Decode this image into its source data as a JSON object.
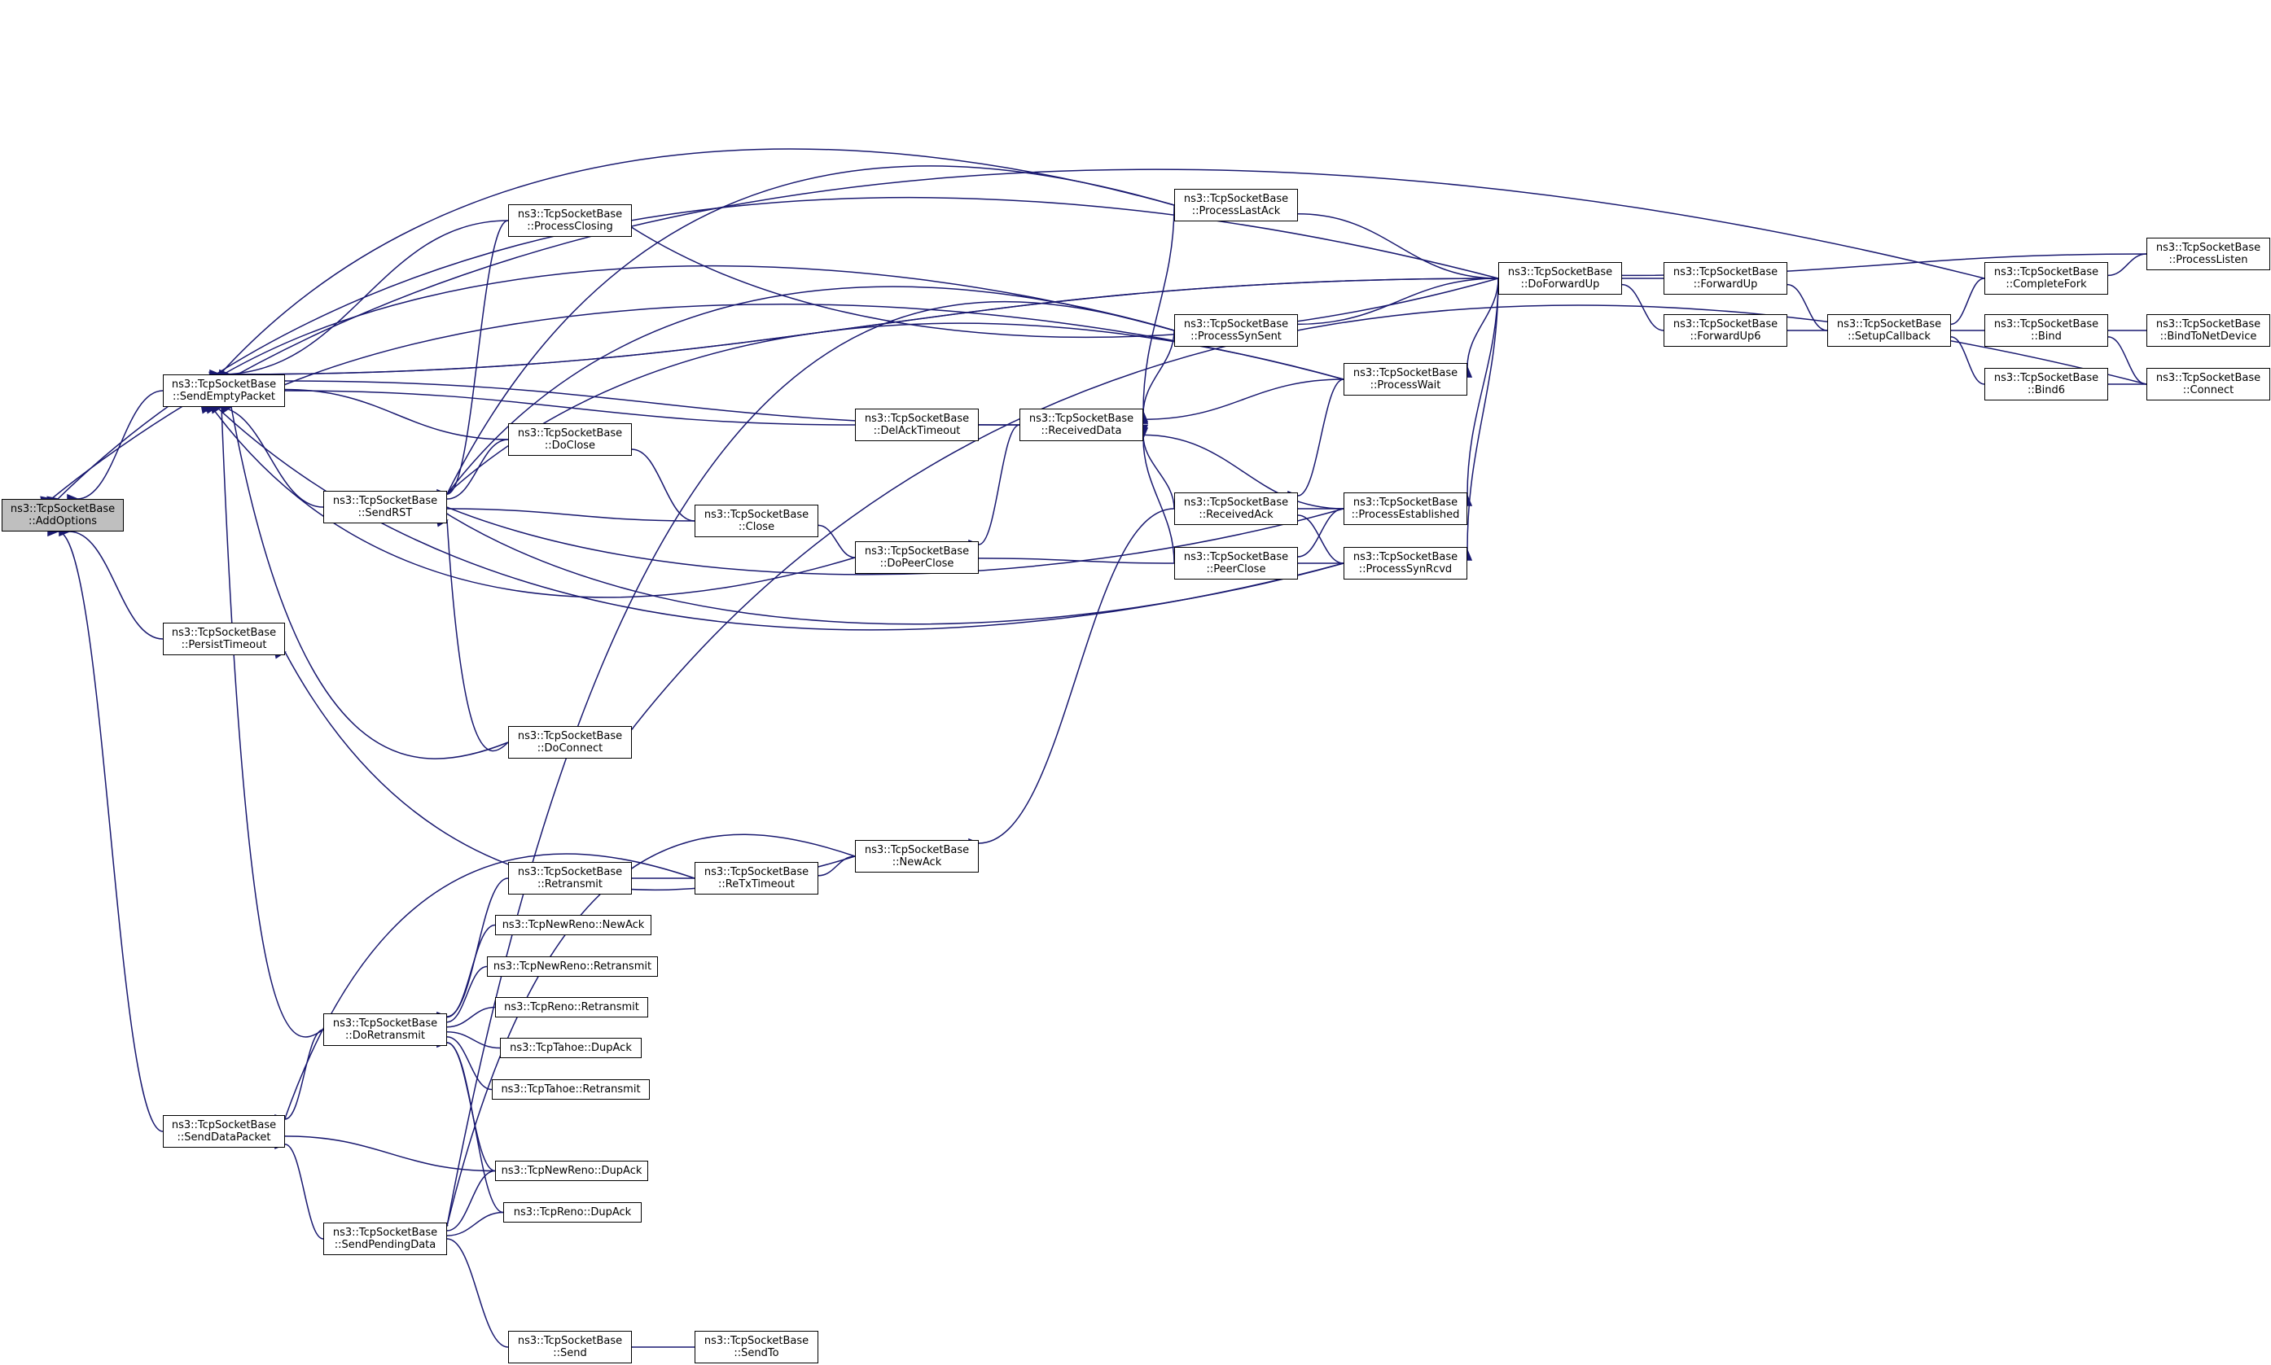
{
  "colors": {
    "edge": "#191970",
    "node_border": "#000000",
    "node_fill": "#ffffff",
    "root_fill": "#bfbfbf",
    "text": "#000000"
  },
  "nodes": {
    "addoptions": [
      "ns3::TcpSocketBase",
      "::AddOptions"
    ],
    "sendemptypacket": [
      "ns3::TcpSocketBase",
      "::SendEmptyPacket"
    ],
    "persisttimeout": [
      "ns3::TcpSocketBase",
      "::PersistTimeout"
    ],
    "senddatapacket": [
      "ns3::TcpSocketBase",
      "::SendDataPacket"
    ],
    "processclosing": [
      "ns3::TcpSocketBase",
      "::ProcessClosing"
    ],
    "sendrst": [
      "ns3::TcpSocketBase",
      "::SendRST"
    ],
    "doclose": [
      "ns3::TcpSocketBase",
      "::DoClose"
    ],
    "close": [
      "ns3::TcpSocketBase",
      "::Close"
    ],
    "doconnect": [
      "ns3::TcpSocketBase",
      "::DoConnect"
    ],
    "retransmit": [
      "ns3::TcpSocketBase",
      "::Retransmit"
    ],
    "newreno_newack": [
      "ns3::TcpNewReno::NewAck"
    ],
    "newreno_retransmit": [
      "ns3::TcpNewReno::Retransmit"
    ],
    "reno_retransmit": [
      "ns3::TcpReno::Retransmit"
    ],
    "tahoe_dupack": [
      "ns3::TcpTahoe::DupAck"
    ],
    "tahoe_retransmit": [
      "ns3::TcpTahoe::Retransmit"
    ],
    "newreno_dupack": [
      "ns3::TcpNewReno::DupAck"
    ],
    "reno_dupack": [
      "ns3::TcpReno::DupAck"
    ],
    "doretransmit": [
      "ns3::TcpSocketBase",
      "::DoRetransmit"
    ],
    "sendpendingdata": [
      "ns3::TcpSocketBase",
      "::SendPendingData"
    ],
    "send": [
      "ns3::TcpSocketBase",
      "::Send"
    ],
    "sendto": [
      "ns3::TcpSocketBase",
      "::SendTo"
    ],
    "delacktimeout": [
      "ns3::TcpSocketBase",
      "::DelAckTimeout"
    ],
    "dopeerclose": [
      "ns3::TcpSocketBase",
      "::DoPeerClose"
    ],
    "rextimeout": [
      "ns3::TcpSocketBase",
      "::ReTxTimeout"
    ],
    "newack": [
      "ns3::TcpSocketBase",
      "::NewAck"
    ],
    "receiveddata": [
      "ns3::TcpSocketBase",
      "::ReceivedData"
    ],
    "processlastack": [
      "ns3::TcpSocketBase",
      "::ProcessLastAck"
    ],
    "processsynsent": [
      "ns3::TcpSocketBase",
      "::ProcessSynSent"
    ],
    "receivedack": [
      "ns3::TcpSocketBase",
      "::ReceivedAck"
    ],
    "peerclose": [
      "ns3::TcpSocketBase",
      "::PeerClose"
    ],
    "processwait": [
      "ns3::TcpSocketBase",
      "::ProcessWait"
    ],
    "processestablished": [
      "ns3::TcpSocketBase",
      "::ProcessEstablished"
    ],
    "processsynrcvd": [
      "ns3::TcpSocketBase",
      "::ProcessSynRcvd"
    ],
    "doforwardup": [
      "ns3::TcpSocketBase",
      "::DoForwardUp"
    ],
    "forwardup": [
      "ns3::TcpSocketBase",
      "::ForwardUp"
    ],
    "forwardup6": [
      "ns3::TcpSocketBase",
      "::ForwardUp6"
    ],
    "setupcallback": [
      "ns3::TcpSocketBase",
      "::SetupCallback"
    ],
    "completefork": [
      "ns3::TcpSocketBase",
      "::CompleteFork"
    ],
    "bind": [
      "ns3::TcpSocketBase",
      "::Bind"
    ],
    "bind6": [
      "ns3::TcpSocketBase",
      "::Bind6"
    ],
    "processlisten": [
      "ns3::TcpSocketBase",
      "::ProcessListen"
    ],
    "bindtonetdevice": [
      "ns3::TcpSocketBase",
      "::BindToNetDevice"
    ],
    "connect": [
      "ns3::TcpSocketBase",
      "::Connect"
    ]
  },
  "edges": [
    [
      "addoptions",
      "sendemptypacket"
    ],
    [
      "addoptions",
      "persisttimeout"
    ],
    [
      "addoptions",
      "senddatapacket"
    ],
    [
      "addoptions",
      "completefork"
    ],
    [
      "addoptions",
      "doforwardup"
    ],
    [
      "sendemptypacket",
      "processclosing"
    ],
    [
      "sendemptypacket",
      "sendrst"
    ],
    [
      "sendemptypacket",
      "doclose"
    ],
    [
      "sendemptypacket",
      "delacktimeout"
    ],
    [
      "sendemptypacket",
      "receiveddata"
    ],
    [
      "sendemptypacket",
      "processlastack"
    ],
    [
      "sendemptypacket",
      "processsynsent"
    ],
    [
      "sendemptypacket",
      "processwait"
    ],
    [
      "sendemptypacket",
      "doforwardup"
    ],
    [
      "sendemptypacket",
      "doconnect"
    ],
    [
      "sendemptypacket",
      "dopeerclose"
    ],
    [
      "sendemptypacket",
      "processsynrcvd"
    ],
    [
      "sendemptypacket",
      "doretransmit"
    ],
    [
      "sendemptypacket",
      "doforwardup"
    ],
    [
      "persisttimeout",
      "newack"
    ],
    [
      "senddatapacket",
      "doretransmit"
    ],
    [
      "senddatapacket",
      "sendpendingdata"
    ],
    [
      "senddatapacket",
      "rextimeout"
    ],
    [
      "senddatapacket",
      "newreno_dupack"
    ],
    [
      "processclosing",
      "doforwardup"
    ],
    [
      "sendrst",
      "processclosing"
    ],
    [
      "sendrst",
      "doclose"
    ],
    [
      "sendrst",
      "close"
    ],
    [
      "sendrst",
      "doconnect"
    ],
    [
      "sendrst",
      "processsynsent"
    ],
    [
      "sendrst",
      "processlastack"
    ],
    [
      "sendrst",
      "processwait"
    ],
    [
      "sendrst",
      "processestablished"
    ],
    [
      "sendrst",
      "processsynrcvd"
    ],
    [
      "doclose",
      "close"
    ],
    [
      "close",
      "dopeerclose"
    ],
    [
      "doconnect",
      "connect"
    ],
    [
      "doretransmit",
      "retransmit"
    ],
    [
      "doretransmit",
      "newreno_newack"
    ],
    [
      "doretransmit",
      "newreno_retransmit"
    ],
    [
      "doretransmit",
      "reno_retransmit"
    ],
    [
      "doretransmit",
      "tahoe_dupack"
    ],
    [
      "doretransmit",
      "tahoe_retransmit"
    ],
    [
      "doretransmit",
      "newreno_dupack"
    ],
    [
      "doretransmit",
      "reno_dupack"
    ],
    [
      "retransmit",
      "rextimeout"
    ],
    [
      "rextimeout",
      "newack"
    ],
    [
      "sendpendingdata",
      "newreno_dupack"
    ],
    [
      "sendpendingdata",
      "reno_dupack"
    ],
    [
      "sendpendingdata",
      "send"
    ],
    [
      "sendpendingdata",
      "newack"
    ],
    [
      "sendpendingdata",
      "processsynsent"
    ],
    [
      "send",
      "sendto"
    ],
    [
      "newack",
      "receivedack"
    ],
    [
      "delacktimeout",
      "receiveddata"
    ],
    [
      "dopeerclose",
      "receiveddata"
    ],
    [
      "dopeerclose",
      "peerclose"
    ],
    [
      "receiveddata",
      "processlastack"
    ],
    [
      "receiveddata",
      "processsynsent"
    ],
    [
      "receiveddata",
      "processwait"
    ],
    [
      "receiveddata",
      "receivedack"
    ],
    [
      "receiveddata",
      "peerclose"
    ],
    [
      "receiveddata",
      "processestablished"
    ],
    [
      "processlastack",
      "doforwardup"
    ],
    [
      "processsynsent",
      "doforwardup"
    ],
    [
      "receivedack",
      "processwait"
    ],
    [
      "receivedack",
      "processestablished"
    ],
    [
      "receivedack",
      "processsynrcvd"
    ],
    [
      "peerclose",
      "processestablished"
    ],
    [
      "peerclose",
      "processsynrcvd"
    ],
    [
      "processwait",
      "doforwardup"
    ],
    [
      "processestablished",
      "doforwardup"
    ],
    [
      "processsynrcvd",
      "doforwardup"
    ],
    [
      "doforwardup",
      "forwardup"
    ],
    [
      "doforwardup",
      "forwardup6"
    ],
    [
      "doforwardup",
      "processlisten"
    ],
    [
      "forwardup",
      "setupcallback"
    ],
    [
      "forwardup6",
      "setupcallback"
    ],
    [
      "setupcallback",
      "completefork"
    ],
    [
      "setupcallback",
      "bind"
    ],
    [
      "setupcallback",
      "bind6"
    ],
    [
      "completefork",
      "processlisten"
    ],
    [
      "bind",
      "bindtonetdevice"
    ],
    [
      "bind",
      "connect"
    ],
    [
      "bind6",
      "connect"
    ]
  ]
}
